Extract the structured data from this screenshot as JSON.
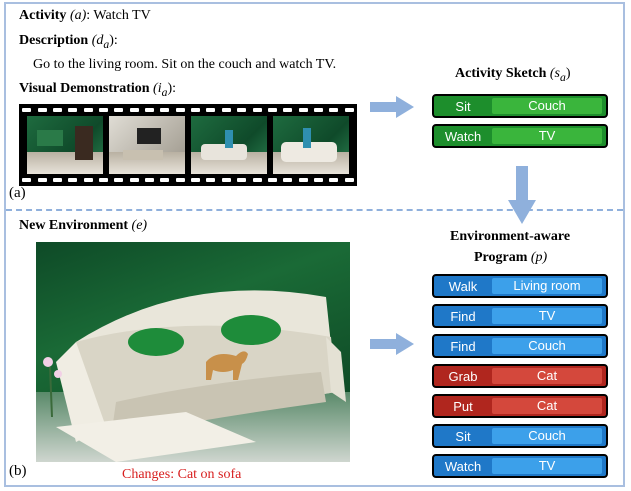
{
  "section_a": {
    "activity_label": "Activity",
    "activity_sym": "(a)",
    "activity_value": ": Watch TV",
    "description_label": "Description",
    "description_sym": "(d",
    "description_sub": "a",
    "description_tail": "):",
    "description_text": "Go to the living room. Sit on the couch and watch TV.",
    "visual_label": "Visual Demonstration",
    "visual_sym": "(i",
    "visual_sub": "a",
    "visual_tail": "):",
    "panel_label": "(a)",
    "sketch_title": "Activity Sketch",
    "sketch_sym": "(s",
    "sketch_sub": "a",
    "sketch_tail": ")",
    "sketch_steps": [
      {
        "verb": "Sit",
        "arg": "Couch",
        "color": "green"
      },
      {
        "verb": "Watch",
        "arg": "TV",
        "color": "green"
      }
    ]
  },
  "section_b": {
    "env_label": "New Environment",
    "env_sym": "(e)",
    "panel_label": "(b)",
    "changes_text": "Changes: Cat on sofa",
    "program_title_line1": "Environment-aware",
    "program_title_line2": "Program",
    "program_sym": "(p)",
    "program_steps": [
      {
        "verb": "Walk",
        "arg": "Living room",
        "color": "blue"
      },
      {
        "verb": "Find",
        "arg": "TV",
        "color": "blue"
      },
      {
        "verb": "Find",
        "arg": "Couch",
        "color": "blue"
      },
      {
        "verb": "Grab",
        "arg": "Cat",
        "color": "red"
      },
      {
        "verb": "Put",
        "arg": "Cat",
        "color": "red"
      },
      {
        "verb": "Sit",
        "arg": "Couch",
        "color": "blue"
      },
      {
        "verb": "Watch",
        "arg": "TV",
        "color": "blue"
      }
    ]
  },
  "colors": {
    "frame_border": "#a9bfe0",
    "arrow": "#8fb0dc",
    "changes_text": "#d81f1f",
    "green_step": "#1d8e2c",
    "blue_step": "#1f78c8",
    "red_step": "#b0261e"
  }
}
